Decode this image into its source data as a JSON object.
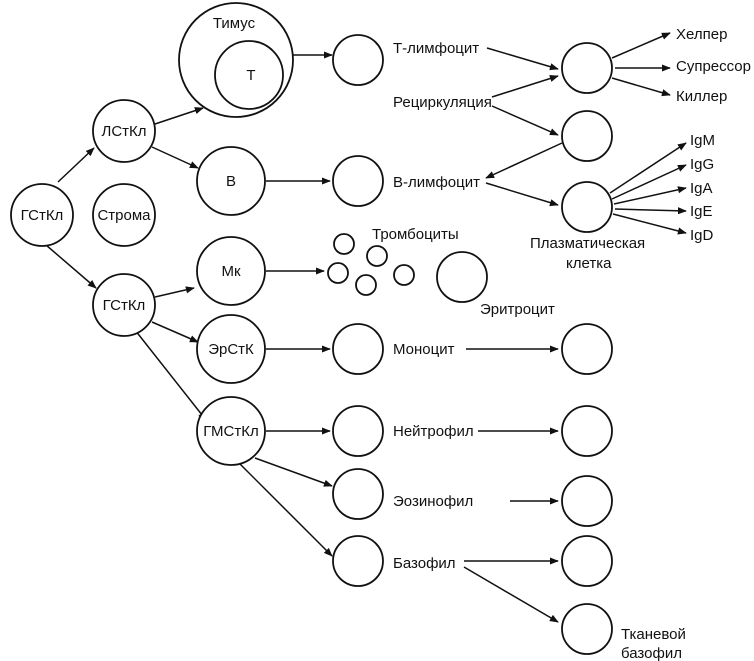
{
  "colors": {
    "ink": "#111111",
    "background": "#ffffff"
  },
  "nodes": {
    "gstkl_root": "ГСтКл",
    "lstkl": "ЛСтКл",
    "stroma": "Строма",
    "thymus": "Тимус",
    "t": "Т",
    "b": "В",
    "gstkl": "ГСтКл",
    "mk": "Мк",
    "erstk": "ЭрСтК",
    "gmstkl": "ГМСтКл"
  },
  "labels": {
    "t_lymphocyte": "Т-лимфоцит",
    "recirculation": "Рециркуляция",
    "b_lymphocyte": "В-лимфоцит",
    "thrombocytes": "Тромбоциты",
    "erythrocyte": "Эритроцит",
    "monocyte": "Моноцит",
    "neutrophil": "Нейтрофил",
    "eosinophil": "Эозинофил",
    "basophil": "Базофил",
    "helper": "Хелпер",
    "suppressor": "Супрессор",
    "killer": "Киллер",
    "plasma_line1": "Плазматическая",
    "plasma_line2": "клетка",
    "tissue_line1": "Тканевой",
    "tissue_line2": "базофил"
  },
  "immunoglobulins": [
    "IgM",
    "IgG",
    "IgA",
    "IgE",
    "IgD"
  ]
}
